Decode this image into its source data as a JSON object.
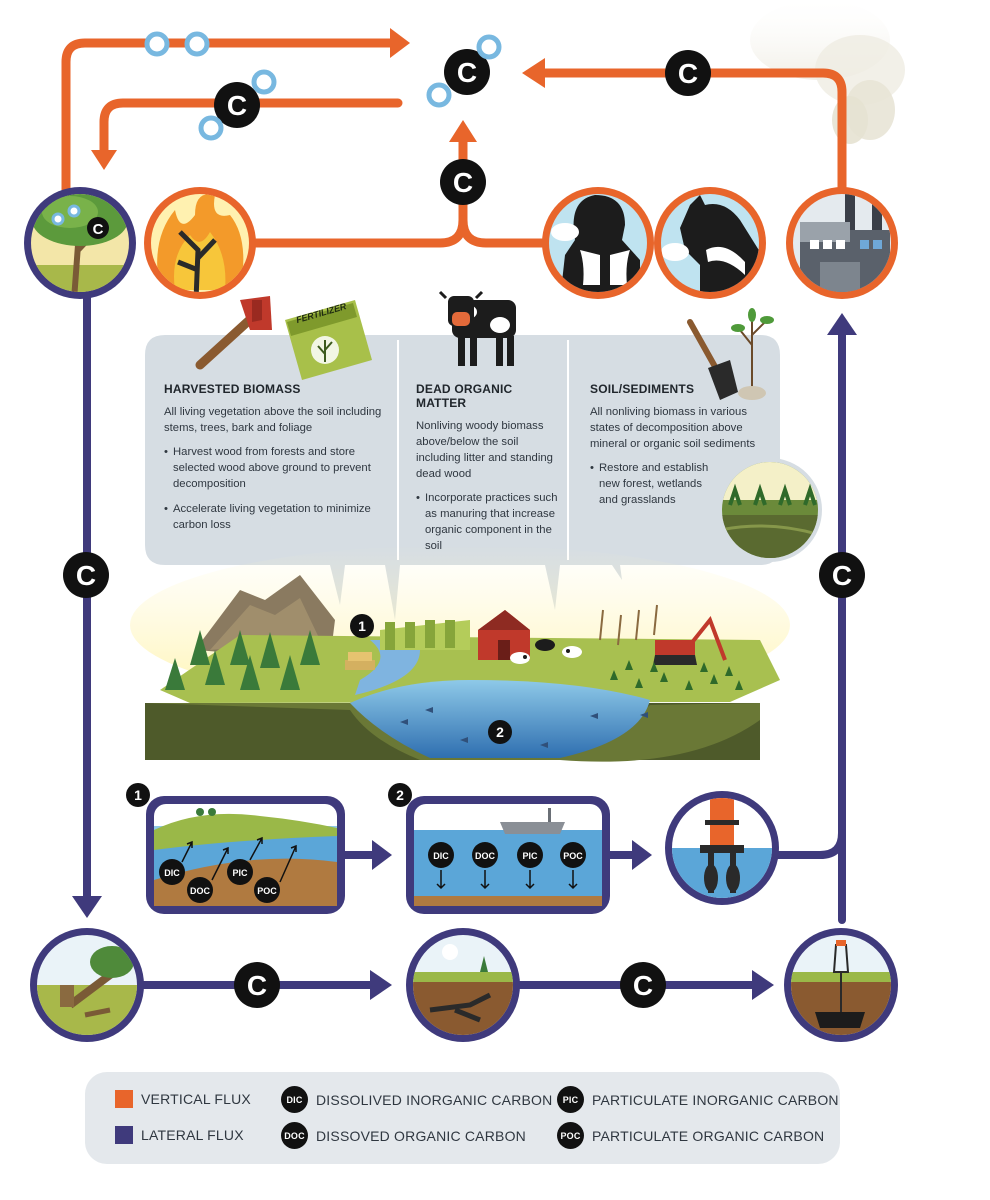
{
  "colors": {
    "vertical_flux": "#e8652b",
    "lateral_flux": "#3f3a7c",
    "panel_bg": "#d6dde3",
    "legend_bg": "#e4e8ec",
    "carbon_badge": "#111111"
  },
  "carbon_symbol": "C",
  "panels": {
    "harvested": {
      "title": "HARVESTED BIOMASS",
      "desc": "All living vegetation above the soil including stems, trees, bark and foliage",
      "bullets": [
        "Harvest wood from forests and store selected wood above ground to prevent decomposition",
        "Accelerate living vegetation to minimize carbon loss"
      ]
    },
    "dead_organic": {
      "title": "DEAD ORGANIC MATTER",
      "desc": "Nonliving woody biomass above/below the soil including litter and standing dead wood",
      "bullets": [
        "Incorporate practices such as manuring that increase organic component in the soil"
      ]
    },
    "soil": {
      "title": "SOIL/SEDIMENTS",
      "desc": "All nonliving biomass in various states of decomposition above mineral or organic soil sediments",
      "bullets": [
        "Restore and establish new forest, wetlands and grasslands"
      ]
    }
  },
  "fertilizer_label": "FERTILIZER",
  "markers": {
    "one": "1",
    "two": "2"
  },
  "water_badges": {
    "dic": "DIC",
    "doc": "DOC",
    "pic": "PIC",
    "poc": "POC"
  },
  "legend": {
    "vertical": "VERTICAL FLUX",
    "lateral": "LATERAL FLUX",
    "dic": "DISSOLIVED INORGANIC CARBON",
    "doc": "DISSOVED ORGANIC CARBON",
    "pic": "PARTICULATE INORGANIC CARBON",
    "poc": "PARTICULATE ORGANIC CARBON"
  }
}
